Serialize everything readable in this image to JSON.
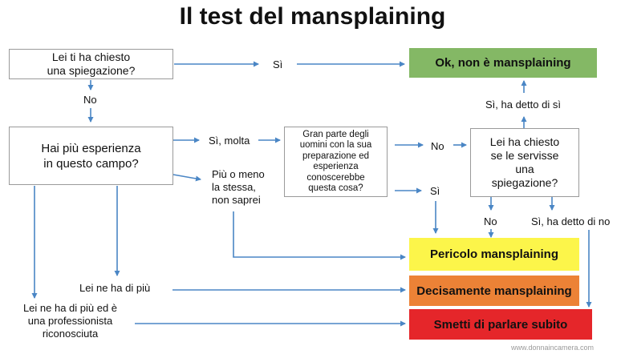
{
  "title": "Il test del mansplaining",
  "colors": {
    "arrow": "#4a86c5",
    "ok": "#84b865",
    "pericolo": "#fcf54a",
    "decisamente": "#ec8236",
    "smetti": "#e5262a"
  },
  "nodes": {
    "q1": "Lei ti ha chiesto\nuna spiegazione?",
    "q2": "Hai più esperienza\nin questo campo?",
    "q3": "Gran parte degli\nuomini con la sua\npreparazione ed\nesperienza\nconoscerebbe\nquesta cosa?",
    "q4": "Lei ha chiesto\nse le servisse\nuna\nspiegazione?"
  },
  "results": {
    "ok": "Ok, non è mansplaining",
    "pericolo": "Pericolo mansplaining",
    "decisamente": "Decisamente mansplaining",
    "smetti": "Smetti di parlare subito"
  },
  "labels": {
    "q1_si": "Sì",
    "q1_no": "No",
    "q2_si_molta": "Sì, molta",
    "q2_piu_o_meno": "Più o meno\nla stessa,\nnon saprei",
    "q2_lei_di_piu": "Lei ne ha di più",
    "q2_professionista": "Lei ne ha di più ed è\nuna professionista\nriconosciuta",
    "q3_no": "No",
    "q3_si": "Sì",
    "q4_si": "Sì, ha detto di sì",
    "q4_no": "No",
    "q4_si_no": "Sì, ha detto di no"
  },
  "watermark": "www.donnaincamera.com"
}
